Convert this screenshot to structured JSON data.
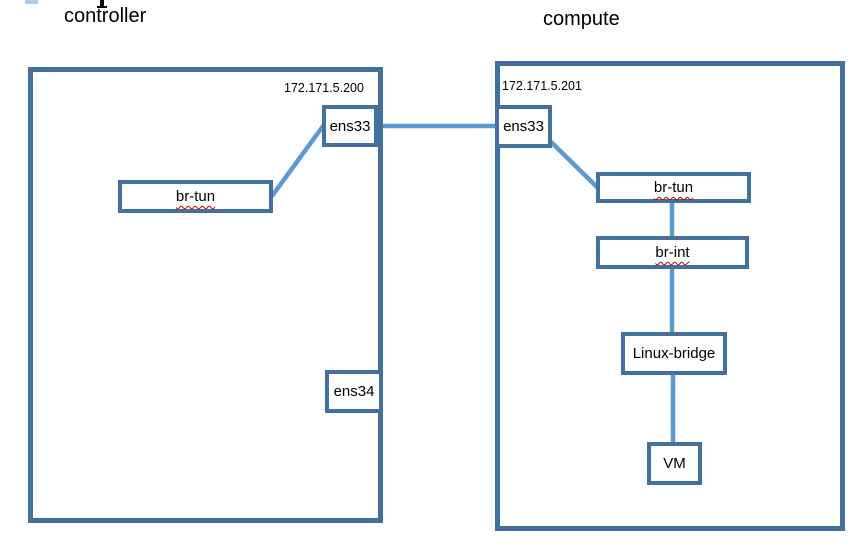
{
  "titles": {
    "controller": "controller",
    "compute": "compute"
  },
  "controller": {
    "ip": "172.171.5.200",
    "nodes": {
      "ens33": "ens33",
      "br_tun": "br-tun",
      "ens34": "ens34"
    }
  },
  "compute": {
    "ip": "172.171.5.201",
    "nodes": {
      "ens33": "ens33",
      "br_tun": "br-tun",
      "br_int": "br-int",
      "linux_bridge": "Linux-bridge",
      "vm": "VM"
    }
  },
  "colors": {
    "box_border": "#41719C",
    "connector": "#5B9BD5",
    "text": "#000000",
    "spellcheck": "#C00000",
    "artifact_blue": "#AECBEA"
  }
}
